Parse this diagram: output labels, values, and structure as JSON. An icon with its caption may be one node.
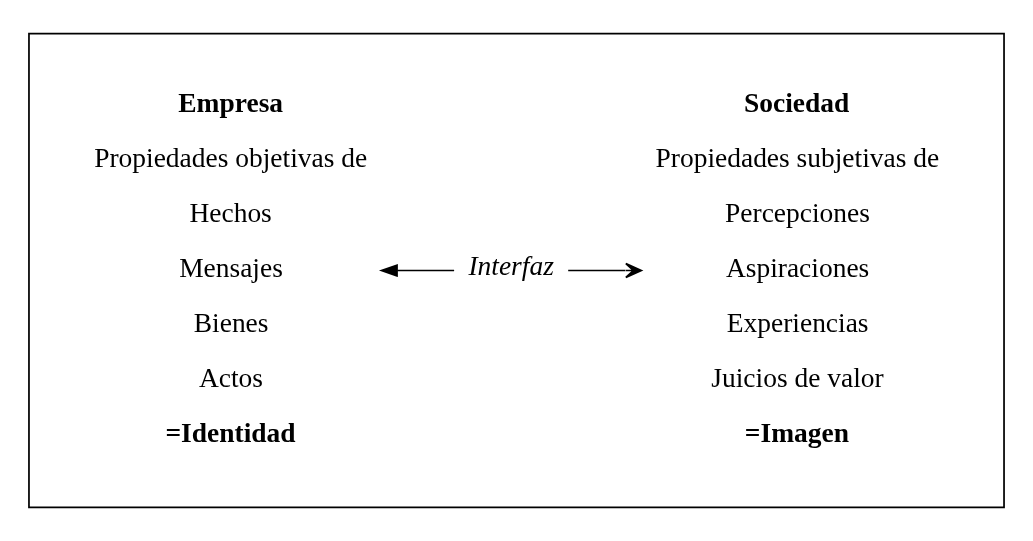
{
  "diagram": {
    "nodes": [
      {
        "text": [],
        "shape": "box"
      },
      {
        "text": [
          "Empresa",
          "Propiedades objetivas de",
          "Hechos",
          "Mensajes",
          "Bienes",
          "Actos",
          "=Identidad"
        ],
        "in": 0
      },
      {
        "text": [
          "Interfaz"
        ],
        "in": 0
      },
      {
        "text": [
          "Sociedad",
          "Propiedades subjetivas de",
          "Percepciones",
          "Aspiraciones",
          "Experiencias",
          "Juicios de valor",
          "=Imagen"
        ],
        "in": 0
      }
    ],
    "edges": [
      {
        "from": 2,
        "to": 1,
        "arrow": "to"
      },
      {
        "from": 2,
        "to": 3,
        "arrow": "to"
      }
    ]
  }
}
